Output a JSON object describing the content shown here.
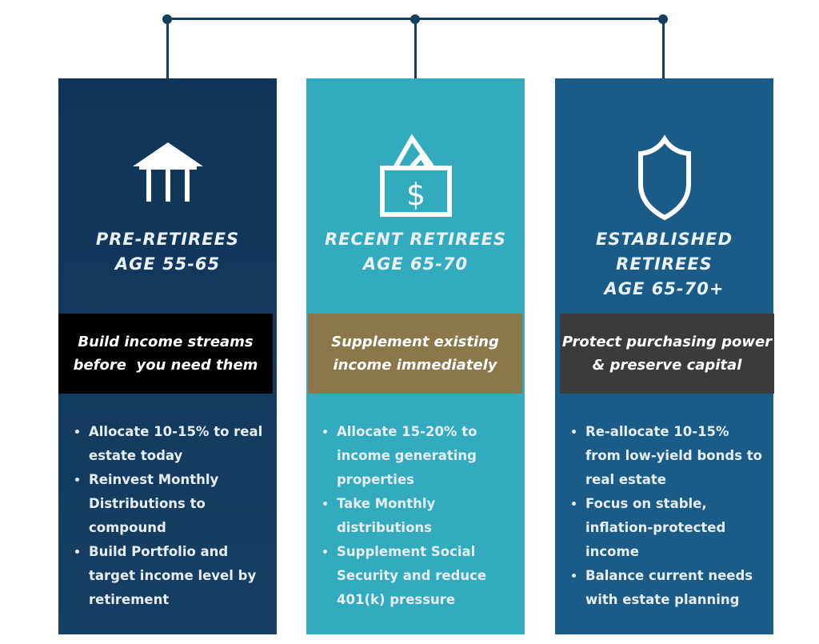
{
  "colors": {
    "connector": "#163f5e",
    "col1": "#133e63",
    "col2": "#33abbf",
    "col3": "#1b5b87",
    "band1": "#000000",
    "band2": "#8b7749",
    "band3": "#3b3b3b"
  },
  "columns": [
    {
      "icon": "bank-icon",
      "title_lines": [
        "PRE-RETIREES",
        "AGE 55-65"
      ],
      "band_lines": [
        "Build income streams",
        "before  you need them"
      ],
      "bullets": [
        "Allocate 10-15% to real estate today",
        "Reinvest Monthly Distributions to compound",
        "Build Portfolio and target income level by retirement"
      ]
    },
    {
      "icon": "money-envelope-icon",
      "title_lines": [
        "RECENT RETIREES",
        "AGE 65-70"
      ],
      "band_lines": [
        "Supplement existing",
        "income immediately"
      ],
      "bullets": [
        "Allocate 15-20% to income generating properties",
        "Take Monthly distributions",
        "Supplement Social Security and reduce 401(k) pressure"
      ]
    },
    {
      "icon": "shield-icon",
      "title_lines": [
        "ESTABLISHED",
        "RETIREES",
        "AGE 65-70+"
      ],
      "band_lines": [
        "Protect purchasing power",
        "& preserve capital"
      ],
      "bullets": [
        "Re-allocate 10-15% from low-yield bonds to real estate",
        "Focus on stable, inflation-protected income",
        "Balance current needs with estate planning"
      ]
    }
  ]
}
